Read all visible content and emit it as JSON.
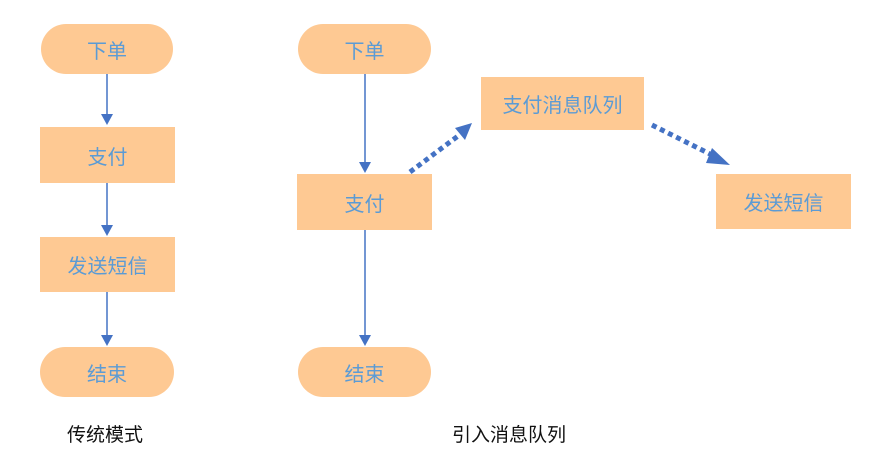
{
  "colors": {
    "node_fill": "#fec993",
    "node_text": "#5b9bd5",
    "edge": "#4472c4",
    "caption_text": "#111111"
  },
  "traditional": {
    "caption": "传统模式",
    "nodes": {
      "order": "下单",
      "pay": "支付",
      "sms": "发送短信",
      "end": "结束"
    },
    "edges": [
      {
        "from": "order",
        "to": "pay",
        "style": "solid"
      },
      {
        "from": "pay",
        "to": "sms",
        "style": "solid"
      },
      {
        "from": "sms",
        "to": "end",
        "style": "solid"
      }
    ]
  },
  "mq": {
    "caption": "引入消息队列",
    "nodes": {
      "order": "下单",
      "pay": "支付",
      "queue": "支付消息队列",
      "sms": "发送短信",
      "end": "结束"
    },
    "edges": [
      {
        "from": "order",
        "to": "pay",
        "style": "solid"
      },
      {
        "from": "pay",
        "to": "end",
        "style": "solid"
      },
      {
        "from": "pay",
        "to": "queue",
        "style": "dotted"
      },
      {
        "from": "queue",
        "to": "sms",
        "style": "dotted"
      }
    ]
  }
}
